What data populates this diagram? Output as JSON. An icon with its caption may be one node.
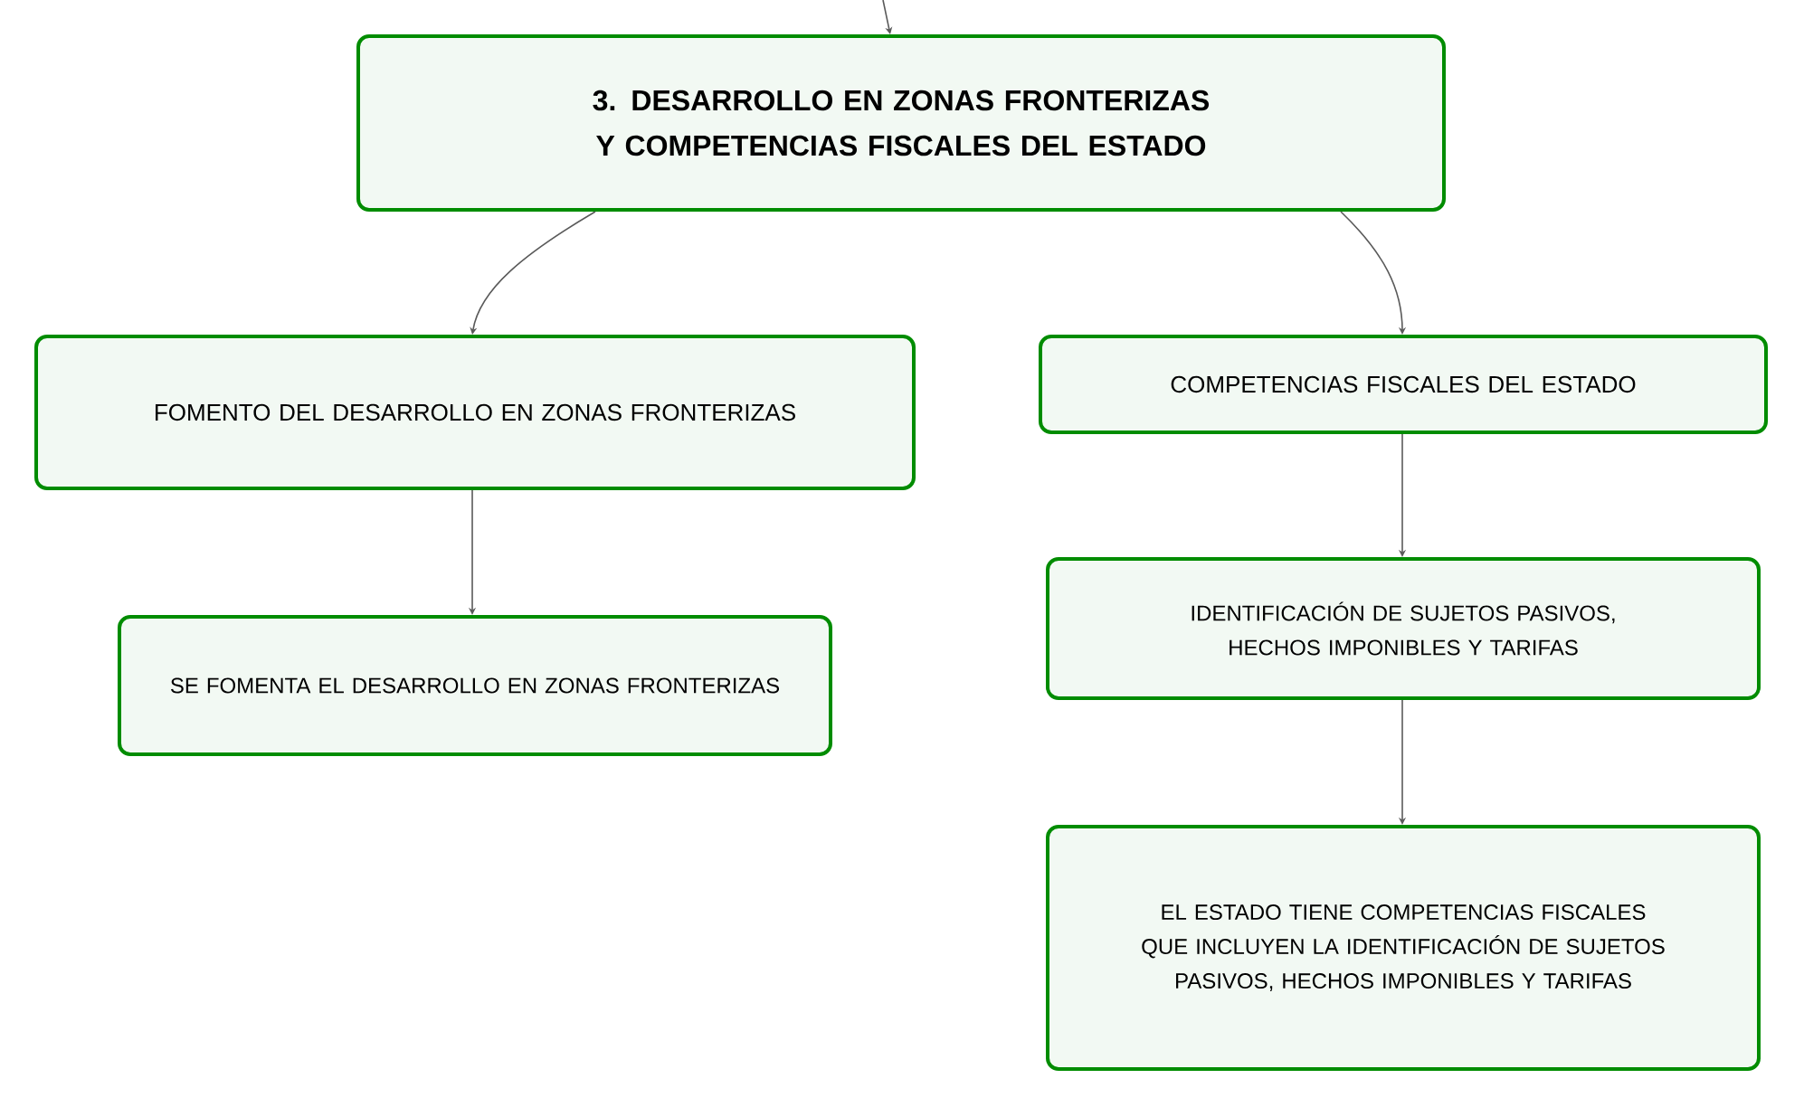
{
  "diagram": {
    "nodes": [
      {
        "text": [
          "3. DESARROLLO EN ZONAS FRONTERIZAS Y COMPETENCIAS FISCALES DEL ESTADO"
        ]
      },
      {
        "text": [
          "FOMENTO DEL DESARROLLO EN ZONAS FRONTERIZAS"
        ]
      },
      {
        "text": [
          "COMPETENCIAS FISCALES DEL ESTADO"
        ]
      },
      {
        "text": [
          "SE FOMENTA EL DESARROLLO EN ZONAS FRONTERIZAS"
        ]
      },
      {
        "text": [
          "IDENTIFICACIÓN DE SUJETOS PASIVOS, HECHOS IMPONIBLES Y TARIFAS"
        ]
      },
      {
        "text": [
          "EL ESTADO TIENE COMPETENCIAS FISCALES QUE INCLUYEN LA IDENTIFICACIÓN DE SUJETOS PASIVOS, HECHOS IMPONIBLES Y TARIFAS"
        ]
      }
    ],
    "edges": [
      {
        "from": null,
        "to": 0,
        "arrow": "to"
      },
      {
        "from": 0,
        "to": 1,
        "arrow": "to"
      },
      {
        "from": 0,
        "to": 2,
        "arrow": "to"
      },
      {
        "from": 1,
        "to": 3,
        "arrow": "to"
      },
      {
        "from": 2,
        "to": 4,
        "arrow": "to"
      },
      {
        "from": 4,
        "to": 5,
        "arrow": "to"
      }
    ]
  }
}
